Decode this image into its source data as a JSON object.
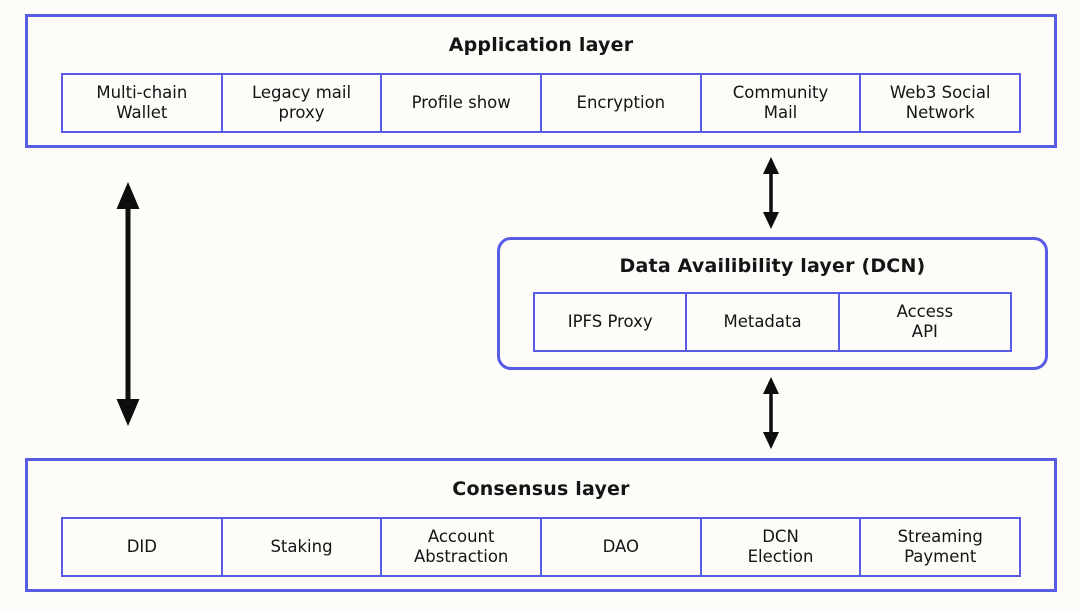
{
  "colors": {
    "box_border": "#585ce5",
    "arrow": "#0d0d0d",
    "text": "#141414",
    "background": "#fdfcf9"
  },
  "diagram": {
    "layers": {
      "application": {
        "title": "Application layer",
        "cells": [
          "Multi-chain\nWallet",
          "Legacy mail\nproxy",
          "Profile show",
          "Encryption",
          "Community\nMail",
          "Web3 Social\nNetwork"
        ]
      },
      "data_availability": {
        "title": "Data Availibility layer (DCN)",
        "cells": [
          "IPFS Proxy",
          "Metadata",
          "Access\nAPI"
        ]
      },
      "consensus": {
        "title": "Consensus layer",
        "cells": [
          "DID",
          "Staking",
          "Account\nAbstraction",
          "DAO",
          "DCN\nElection",
          "Streaming\nPayment"
        ]
      }
    },
    "connections": [
      {
        "from": "Application layer",
        "to": "Consensus layer",
        "style": "double-headed-arrow"
      },
      {
        "from": "Application layer",
        "to": "Data Availibility layer (DCN)",
        "style": "double-headed-arrow"
      },
      {
        "from": "Data Availibility layer (DCN)",
        "to": "Consensus layer",
        "style": "double-headed-arrow"
      }
    ]
  }
}
